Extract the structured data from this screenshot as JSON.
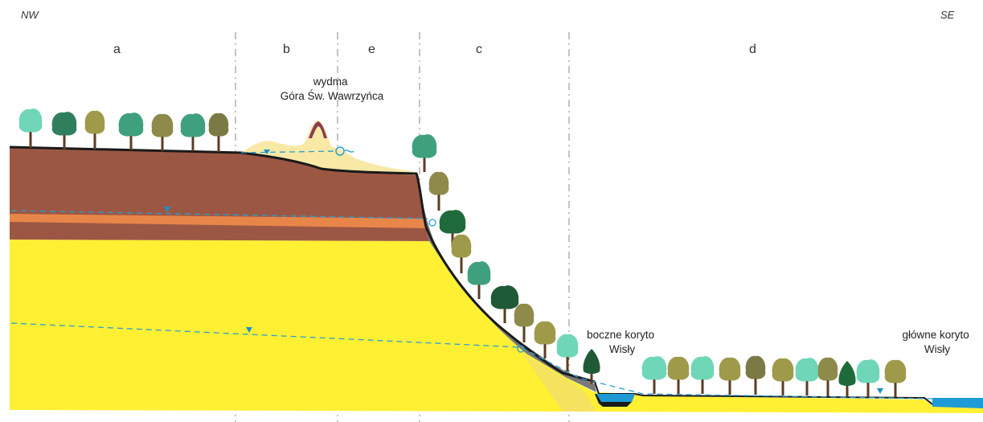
{
  "directions": {
    "left": "NW",
    "right": "SE"
  },
  "zones": [
    {
      "id": "a",
      "label": "a"
    },
    {
      "id": "b",
      "label": "b"
    },
    {
      "id": "e",
      "label": "e"
    },
    {
      "id": "c",
      "label": "c"
    },
    {
      "id": "d",
      "label": "d"
    }
  ],
  "annotations": {
    "dune": [
      "wydma",
      "Góra Św. Wawrzyńca"
    ],
    "side_channel": [
      "boczne koryto",
      "Wisły"
    ],
    "main_channel": [
      "główne koryto",
      "Wisły"
    ]
  },
  "colors": {
    "sand": "#fff033",
    "sand_shadow": "#f3e06a",
    "clay": "#9c5744",
    "orange_layer": "#e8864a",
    "dune_sand": "#f9e9a6",
    "colluvium": "#7a7a7a",
    "water": "#1e9bd6",
    "surface_line": "#1a1a1a",
    "water_table": "#2a9fd0",
    "tree_light": "#6fd6b8",
    "tree_olive": "#9e9a4a",
    "tree_dark": "#1f6a3a",
    "trunk": "#5a3d25"
  }
}
